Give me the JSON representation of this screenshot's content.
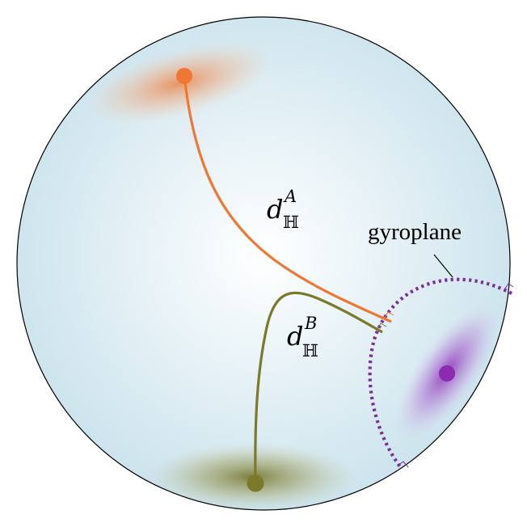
{
  "gyroplane_label": "gyroplane",
  "distance_a": {
    "symbol": "d",
    "sup": "A",
    "sub": "ℍ"
  },
  "distance_b": {
    "symbol": "d",
    "sub": "ℍ",
    "sup": "B"
  },
  "colors": {
    "disk_fill_center": "#ffffff",
    "disk_fill_edge": "#cfe6ef",
    "disk_stroke": "#000000",
    "point_a": "#ee7733",
    "point_b": "#7a7a2a",
    "gyroplane": "#7b2d99",
    "gyroplane_point": "#8b2bb0"
  }
}
